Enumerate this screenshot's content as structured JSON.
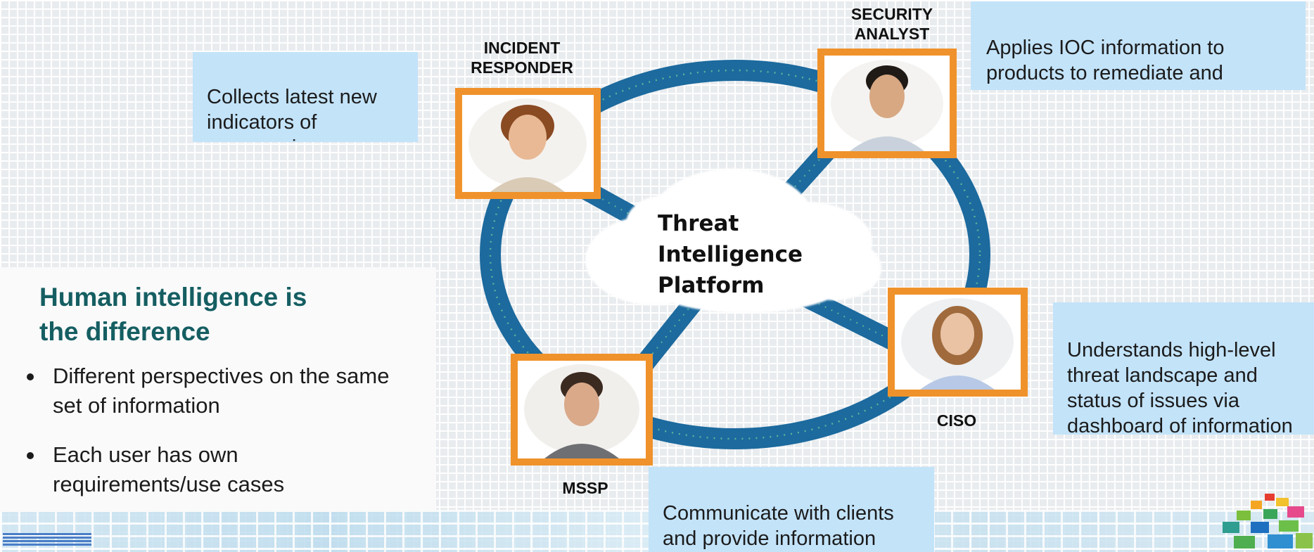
{
  "center": {
    "label": "Threat\nIntelligence\nPlatform"
  },
  "roles": {
    "incident_responder": "INCIDENT\nRESPONDER",
    "security_analyst": "SECURITY\nANALYST",
    "ciso": "CISO",
    "mssp": "MSSP"
  },
  "callouts": {
    "incident_responder": "Collects latest new\nindicators of\ncompromise",
    "security_analyst": "Applies IOC information to\nproducts to remediate and\nprevent intrusions",
    "ciso": "Understands high-level\nthreat landscape and\nstatus of issues via\ndashboard of information",
    "mssp": "Communicate with clients\nand provide information"
  },
  "panel": {
    "title": "Human intelligence is\nthe difference",
    "bullets": [
      "Different perspectives on the same\nset of information",
      "Each user has own\nrequirements/use cases"
    ]
  },
  "colors": {
    "ring": "#1c6a9e",
    "frame": "#f0922b",
    "callout": "#c3e3f9",
    "title": "#155e62"
  }
}
